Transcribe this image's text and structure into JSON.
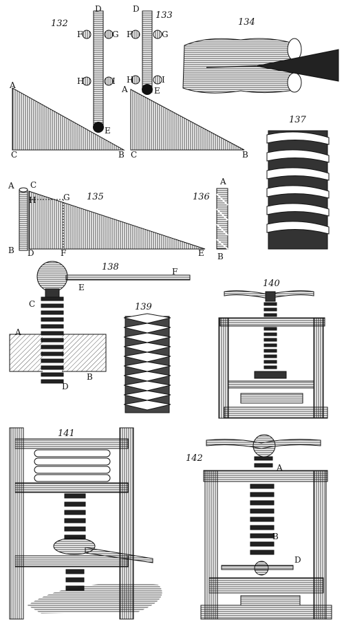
{
  "figures": {
    "f132": {
      "number": "132",
      "labels": [
        "D",
        "F",
        "G",
        "H",
        "I",
        "A",
        "E",
        "C",
        "B"
      ]
    },
    "f133": {
      "number": "133",
      "labels": [
        "D",
        "F",
        "G",
        "H",
        "I",
        "A",
        "E",
        "C",
        "B"
      ]
    },
    "f134": {
      "number": "134"
    },
    "f135": {
      "number": "135",
      "labels": [
        "A",
        "C",
        "H",
        "G",
        "B",
        "D",
        "F",
        "E"
      ]
    },
    "f136": {
      "number": "136",
      "labels": [
        "A",
        "B"
      ]
    },
    "f137": {
      "number": "137"
    },
    "f138": {
      "number": "138",
      "labels": [
        "F",
        "E",
        "C",
        "A",
        "B",
        "D"
      ]
    },
    "f139": {
      "number": "139"
    },
    "f140": {
      "number": "140"
    },
    "f141": {
      "number": "141"
    },
    "f142": {
      "number": "142",
      "labels": [
        "A",
        "B",
        "D"
      ]
    }
  },
  "colors": {
    "ink": "#111111",
    "paper": "#ffffff",
    "shade": "#555555"
  }
}
